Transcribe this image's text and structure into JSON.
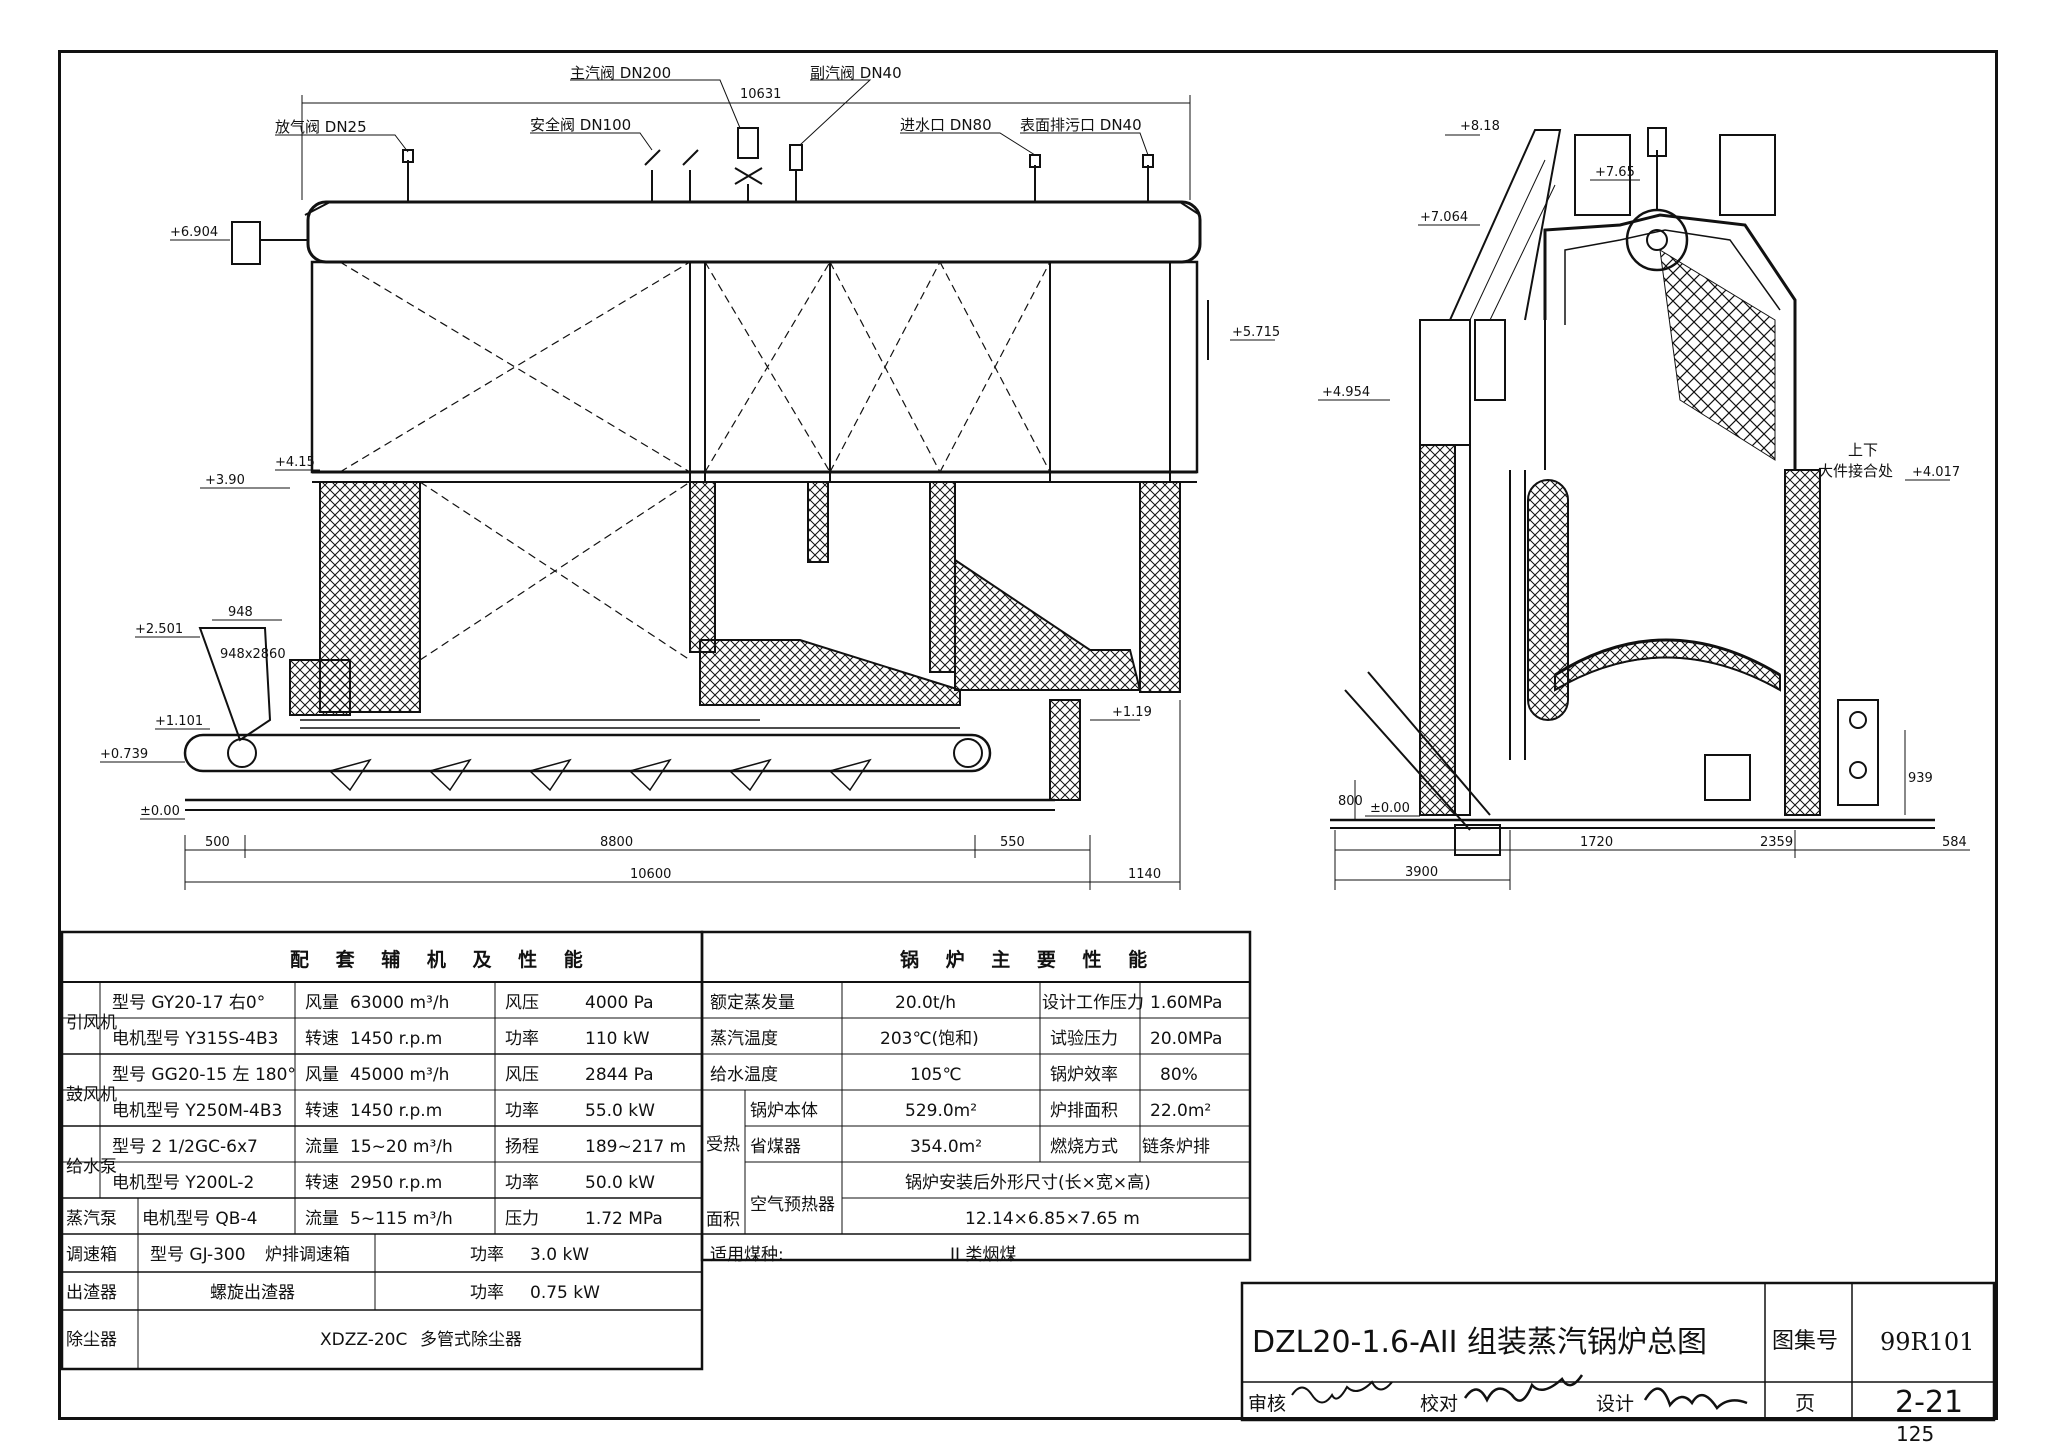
{
  "side_view": {
    "top_dim": "10631",
    "callouts": {
      "main_valve": "主汽阀 DN200",
      "aux_valve": "副汽阀 DN40",
      "vent_valve": "放气阀 DN25",
      "safety_valve": "安全阀 DN100",
      "water_inlet": "进水口 DN80",
      "surface_blowdown": "表面排污口 DN40"
    },
    "elevations": {
      "e6904": "+6.904",
      "e5715": "+5.715",
      "e415": "+4.15",
      "e390": "+3.90",
      "e2501": "+2.501",
      "e1101": "+1.101",
      "e0739": "+0.739",
      "e000": "±0.00",
      "e119": "+1.19"
    },
    "hopper_dim": "948",
    "hopper_size": "948x2860",
    "bottom_dims": {
      "d500": "500",
      "d8800": "8800",
      "d550": "550",
      "d10600": "10600",
      "d1140": "1140"
    }
  },
  "end_view": {
    "elevations": {
      "e818": "+8.18",
      "e765": "+7.65",
      "e7064": "+7.064",
      "e4954": "+4.954",
      "e4017": "+4.017",
      "e000": "±0.00"
    },
    "joint_label_1": "上下",
    "joint_label_2": "大件接合处",
    "dims": {
      "d800": "800",
      "d939": "939",
      "d1720": "1720",
      "d2359": "2359",
      "d584": "584",
      "d3900": "3900"
    }
  },
  "aux_table": {
    "title": "配 套 辅 机 及 性 能",
    "rows": [
      {
        "group": "引风机",
        "c1": "型号 GY20-17 右0°",
        "c2": "风量",
        "c3": "63000 m³/h",
        "c4": "风压",
        "c5": "4000 Pa"
      },
      {
        "group": "",
        "c1": "电机型号 Y315S-4B3",
        "c2": "转速",
        "c3": "1450 r.p.m",
        "c4": "功率",
        "c5": "110 kW"
      },
      {
        "group": "鼓风机",
        "c1": "型号 GG20-15 左 180°",
        "c2": "风量",
        "c3": "45000 m³/h",
        "c4": "风压",
        "c5": "2844 Pa"
      },
      {
        "group": "",
        "c1": "电机型号 Y250M-4B3",
        "c2": "转速",
        "c3": "1450 r.p.m",
        "c4": "功率",
        "c5": "55.0 kW"
      },
      {
        "group": "给水泵",
        "c1": "型号 2 1/2GC-6x7",
        "c2": "流量",
        "c3": "15~20 m³/h",
        "c4": "扬程",
        "c5": "189~217 m"
      },
      {
        "group": "",
        "c1": "电机型号 Y200L-2",
        "c2": "转速",
        "c3": "2950 r.p.m",
        "c4": "功率",
        "c5": "50.0 kW"
      },
      {
        "group": "蒸汽泵",
        "c1": "电机型号 QB-4",
        "c2": "流量",
        "c3": "5~115 m³/h",
        "c4": "压力",
        "c5": "1.72 MPa"
      }
    ],
    "reg_box": {
      "label": "调速箱",
      "model": "型号 GJ-300",
      "name": "炉排调速箱",
      "pw": "功率",
      "val": "3.0 kW"
    },
    "slag": {
      "label": "出渣器",
      "name": "螺旋出渣器",
      "pw": "功率",
      "val": "0.75 kW"
    },
    "dust": {
      "label": "除尘器",
      "model": "XDZZ-20C",
      "name": "多管式除尘器"
    }
  },
  "main_table": {
    "title": "锅 炉 主 要 性 能",
    "rows": [
      {
        "k": "额定蒸发量",
        "v": "20.0t/h",
        "k2": "设计工作压力",
        "v2": "1.60MPa"
      },
      {
        "k": "蒸汽温度",
        "v": "203℃(饱和)",
        "k2": "试验压力",
        "v2": "20.0MPa"
      },
      {
        "k": "给水温度",
        "v": "105℃",
        "k2": "锅炉效率",
        "v2": "80%"
      }
    ],
    "heat_label_1": "受热",
    "heat_label_2": "面积",
    "heat_rows": [
      {
        "k": "锅炉本体",
        "v": "529.0m²",
        "k2": "炉排面积",
        "v2": "22.0m²"
      },
      {
        "k": "省煤器",
        "v": "354.0m²",
        "k2": "燃烧方式",
        "v2": "链条炉排"
      },
      {
        "k": "空气预热器"
      }
    ],
    "size_label": "锅炉安装后外形尺寸(长×宽×高)",
    "size_value": "12.14×6.85×7.65 m",
    "coal_label": "适用煤种:",
    "coal_value": "II 类烟煤"
  },
  "title_block": {
    "title": "DZL20-1.6-AII 组装蒸汽锅炉总图",
    "atlas_label": "图集号",
    "atlas_value": "99R101",
    "review": "审核",
    "check": "校对",
    "design": "设计",
    "page_label": "页",
    "page_value": "2-21"
  },
  "page_number": "125"
}
